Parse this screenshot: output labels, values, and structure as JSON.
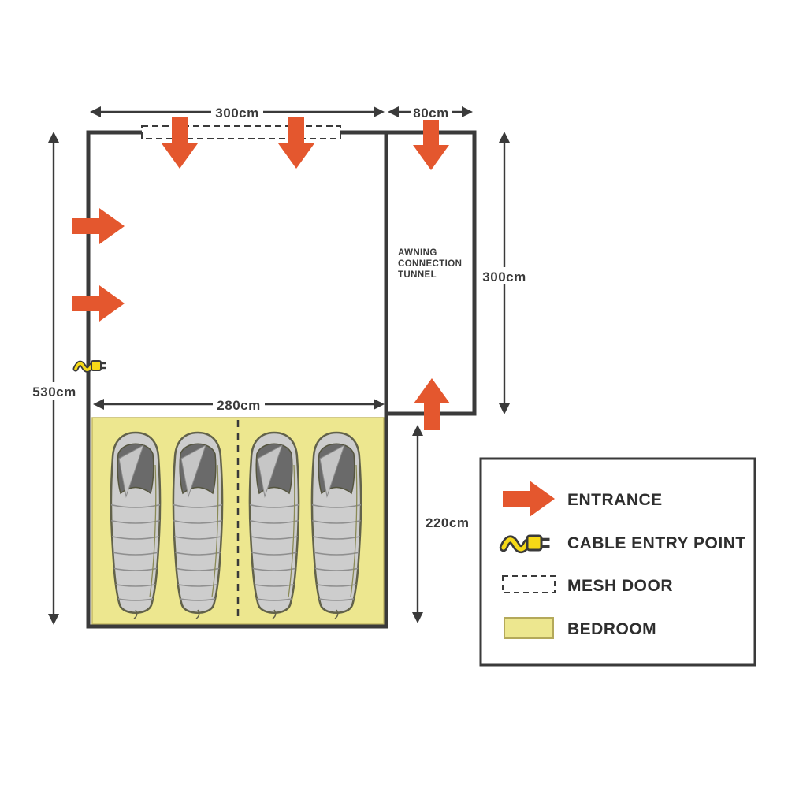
{
  "diagram": {
    "dimensions": {
      "main_width": "300cm",
      "tunnel_width": "80cm",
      "total_depth": "530cm",
      "tunnel_depth": "300cm",
      "bedroom_width": "280cm",
      "bedroom_depth": "220cm"
    },
    "tunnel_label_line1": "AWNING",
    "tunnel_label_line2": "CONNECTION",
    "tunnel_label_line3": "TUNNEL"
  },
  "legend": {
    "entrance": "ENTRANCE",
    "cable": "CABLE ENTRY POINT",
    "mesh_door": "MESH DOOR",
    "bedroom": "BEDROOM"
  },
  "colors": {
    "accent_orange": "#E4572E",
    "bedroom_fill": "#EDE78F",
    "cable_yellow": "#F6D917",
    "line": "#3A3A3A"
  }
}
